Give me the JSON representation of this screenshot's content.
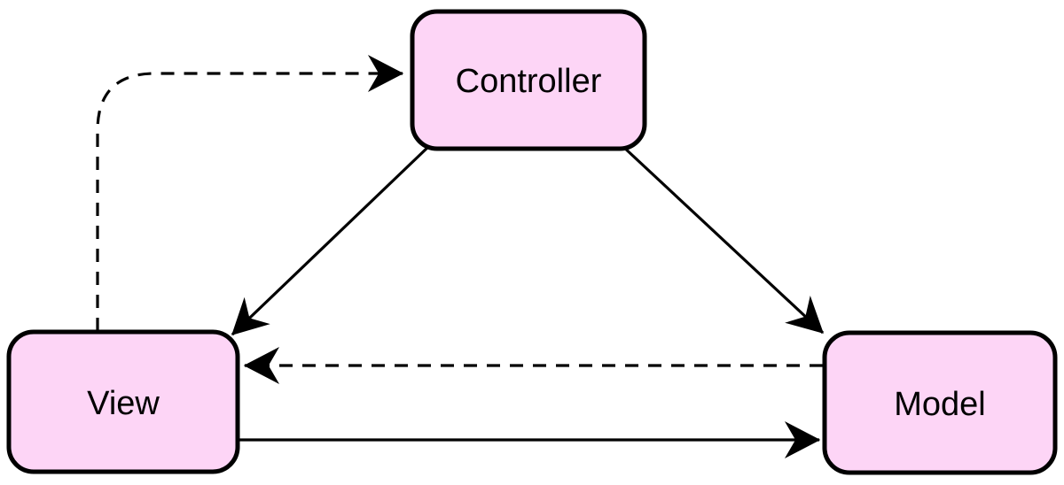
{
  "diagram": {
    "type": "mvc-architecture-diagram",
    "colors": {
      "node_fill": "#fdd5f6",
      "node_stroke": "#000000",
      "edge_stroke": "#000000",
      "text": "#000000",
      "background": "#ffffff"
    },
    "nodes": {
      "controller": {
        "label": "Controller"
      },
      "view": {
        "label": "View"
      },
      "model": {
        "label": "Model"
      }
    },
    "edges": [
      {
        "from": "view",
        "to": "controller",
        "line_style": "dashed",
        "arrowhead": "filled-stealth"
      },
      {
        "from": "controller",
        "to": "view",
        "line_style": "solid",
        "arrowhead": "filled-stealth"
      },
      {
        "from": "controller",
        "to": "model",
        "line_style": "solid",
        "arrowhead": "filled-stealth"
      },
      {
        "from": "model",
        "to": "view",
        "line_style": "dashed",
        "arrowhead": "filled-stealth"
      },
      {
        "from": "view",
        "to": "model",
        "line_style": "solid",
        "arrowhead": "filled-stealth"
      }
    ]
  }
}
